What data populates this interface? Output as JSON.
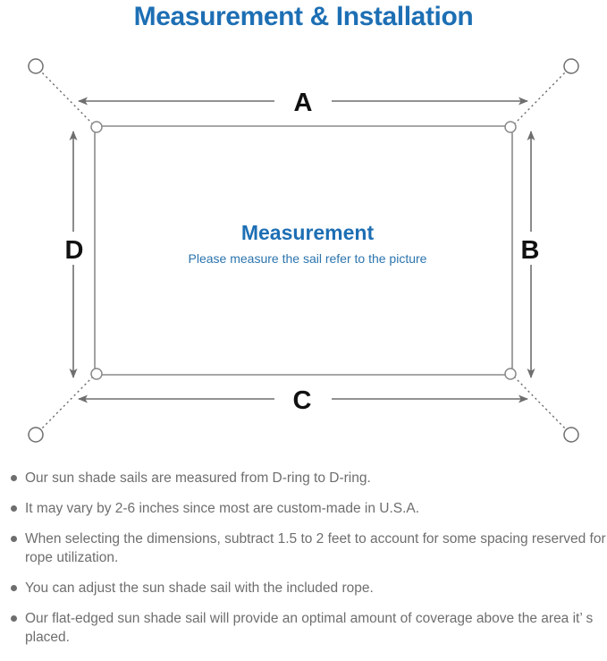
{
  "page": {
    "title": "Measurement & Installation"
  },
  "diagram": {
    "center_heading": "Measurement",
    "center_subtitle": "Please measure the sail refer to the picture",
    "dimension_labels": {
      "top": "A",
      "right": "B",
      "bottom": "C",
      "left": "D"
    },
    "colors": {
      "title_blue": "#1d6fb4",
      "subtitle_blue": "#2c74ad",
      "line_gray": "#6e6e6e",
      "sail_outline": "#8a8a8a",
      "label_black": "#111111",
      "note_gray": "#6e6e6e"
    }
  },
  "notes": [
    {
      "text": "Our sun shade sails are measured from D-ring to D-ring."
    },
    {
      "text": "It may vary by 2-6 inches since most are custom-made in U.S.A."
    },
    {
      "text": "When selecting the dimensions, subtract 1.5 to 2 feet to account for some spacing reserved for rope utilization."
    },
    {
      "text": "You can adjust the sun shade sail with the included rope."
    },
    {
      "text": "Our flat-edged sun shade sail will provide an optimal amount of coverage above the area it’ s placed."
    }
  ]
}
